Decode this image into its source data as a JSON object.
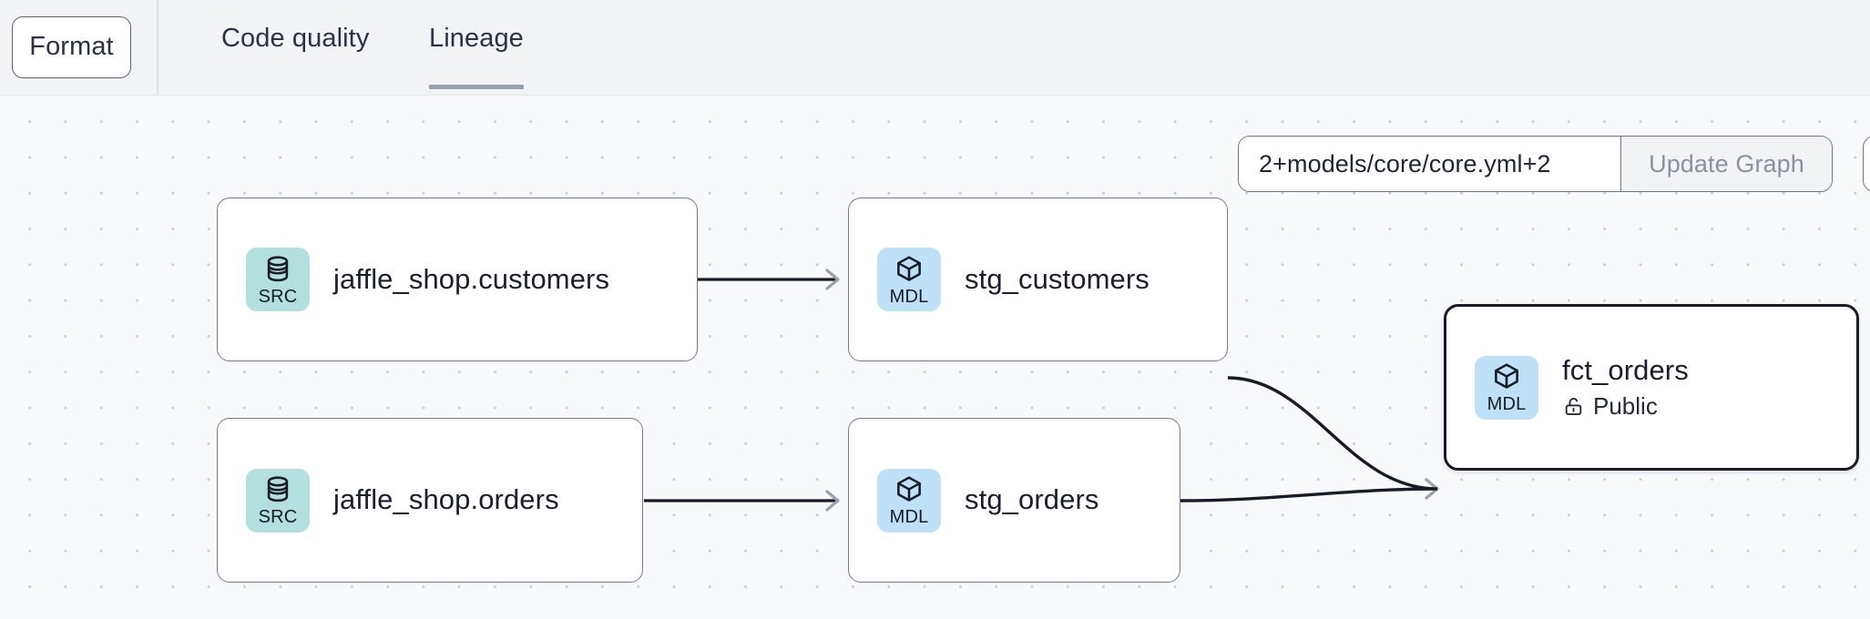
{
  "header": {
    "format_button": "Format",
    "tabs": [
      {
        "label": "Code quality",
        "active": false
      },
      {
        "label": "Lineage",
        "active": true
      }
    ]
  },
  "controls": {
    "selector_value": "2+models/core/core.yml+2",
    "selector_placeholder": "Enter a dbt selector",
    "update_button": "Update Graph"
  },
  "graph": {
    "nodes": [
      {
        "id": "jaffle_shop_customers",
        "title": "jaffle_shop.customers",
        "badge": "SRC",
        "badge_kind": "src",
        "icon": "database-icon",
        "selected": false,
        "subtitle": null
      },
      {
        "id": "stg_customers",
        "title": "stg_customers",
        "badge": "MDL",
        "badge_kind": "mdl",
        "icon": "cube-icon",
        "selected": false,
        "subtitle": null
      },
      {
        "id": "jaffle_shop_orders",
        "title": "jaffle_shop.orders",
        "badge": "SRC",
        "badge_kind": "src",
        "icon": "database-icon",
        "selected": false,
        "subtitle": null
      },
      {
        "id": "stg_orders",
        "title": "stg_orders",
        "badge": "MDL",
        "badge_kind": "mdl",
        "icon": "cube-icon",
        "selected": false,
        "subtitle": null
      },
      {
        "id": "fct_orders",
        "title": "fct_orders",
        "badge": "MDL",
        "badge_kind": "mdl",
        "icon": "cube-icon",
        "selected": true,
        "subtitle": "Public",
        "subtitle_icon": "unlock-icon"
      }
    ],
    "edges": [
      {
        "from": "jaffle_shop_customers",
        "to": "stg_customers"
      },
      {
        "from": "jaffle_shop_orders",
        "to": "stg_orders"
      },
      {
        "from": "stg_customers",
        "to": "fct_orders"
      },
      {
        "from": "stg_orders",
        "to": "fct_orders"
      }
    ]
  },
  "colors": {
    "src_badge": "#b3e0de",
    "mdl_badge": "#bfe1f7",
    "node_border": "#737c8c",
    "node_border_selected": "#161b26",
    "tab_underline": "#97a0ae",
    "canvas_bg": "#f8f9fb",
    "header_bg": "#f1f3f5",
    "edge": "#161b26",
    "arrow": "#9aa2ae"
  }
}
